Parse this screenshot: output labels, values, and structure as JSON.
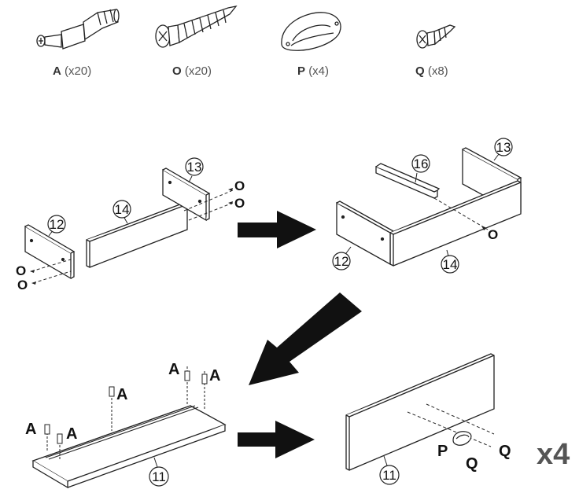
{
  "hardware": [
    {
      "letter": "A",
      "qty": "(x20)",
      "icon": "cam-dowel-icon"
    },
    {
      "letter": "O",
      "qty": "(x20)",
      "icon": "wood-screw-icon"
    },
    {
      "letter": "P",
      "qty": "(x4)",
      "icon": "cup-handle-icon"
    },
    {
      "letter": "Q",
      "qty": "(x8)",
      "icon": "short-screw-icon"
    }
  ],
  "step1": {
    "parts": [
      "12",
      "14",
      "13"
    ],
    "screws": [
      "O",
      "O",
      "O",
      "O"
    ]
  },
  "step2": {
    "parts": [
      "16",
      "13",
      "12",
      "14"
    ],
    "screw": "O"
  },
  "step3": {
    "part": "11",
    "dowels": [
      "A",
      "A",
      "A",
      "A",
      "A"
    ]
  },
  "step4": {
    "part": "11",
    "handle": "P",
    "screws": [
      "Q",
      "Q"
    ],
    "multiplier": "x4"
  }
}
